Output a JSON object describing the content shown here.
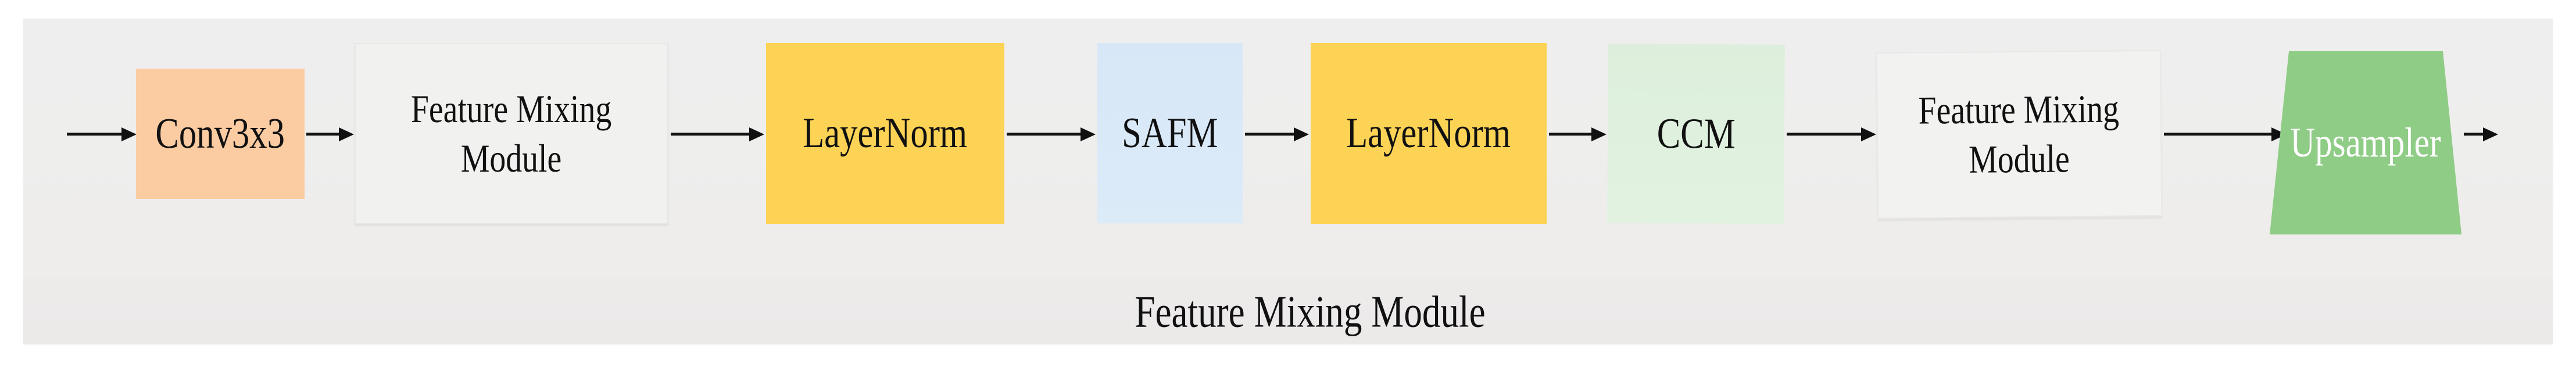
{
  "figure": {
    "caption": "Feature Mixing Module",
    "blocks": [
      {
        "id": "conv3x3",
        "label": "Conv3x3",
        "color": "#fbcba2",
        "text_color": "#111111",
        "shape": "rect"
      },
      {
        "id": "fmm-1",
        "label_line1": "Feature Mixing",
        "label_line2": "Module",
        "color": "#f1f1f0",
        "text_color": "#111111",
        "shape": "rect"
      },
      {
        "id": "layernorm-1",
        "label": "LayerNorm",
        "color": "#fcd355",
        "text_color": "#111111",
        "shape": "rect"
      },
      {
        "id": "safm",
        "label": "SAFM",
        "color": "#d8e8f7",
        "text_color": "#111111",
        "shape": "rect"
      },
      {
        "id": "layernorm-2",
        "label": "LayerNorm",
        "color": "#fcd355",
        "text_color": "#111111",
        "shape": "rect"
      },
      {
        "id": "ccm",
        "label": "CCM",
        "color": "#dff0dd",
        "text_color": "#111111",
        "shape": "rect"
      },
      {
        "id": "fmm-2",
        "label_line1": "Feature Mixing",
        "label_line2": "Module",
        "color": "#f2f2f1",
        "text_color": "#111111",
        "shape": "rect"
      },
      {
        "id": "upsampler",
        "label": "Upsampler",
        "color": "#8fcc86",
        "text_color": "#ffffff",
        "shape": "trapezoid"
      }
    ],
    "colors": {
      "page_background": "#ffffff",
      "panel_background_top": "#efeeee",
      "panel_background_bottom": "#ebeae9",
      "arrow": "#111111"
    }
  }
}
